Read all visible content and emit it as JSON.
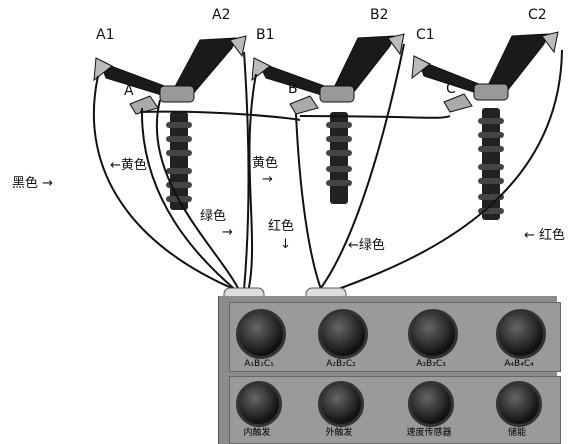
{
  "breaker_labels": {
    "a1": "A1",
    "a2": "A2",
    "b1": "B1",
    "b2": "B2",
    "c1": "C1",
    "c2": "C2",
    "a": "A",
    "b": "B",
    "c": "C"
  },
  "wire_labels": {
    "black": "黑色 →",
    "yellow_left": "←黄色",
    "yellow_mid": "黄色",
    "yellow_mid_arrow": "→",
    "green_mid": "绿色",
    "green_mid_arrow": "→",
    "red_mid": "红色",
    "red_mid_arrow": "↓",
    "green_right": "←绿色",
    "red_right": "← 红色"
  },
  "panel": {
    "row1_ports": [
      "A₁B₁C₁",
      "A₂B₂C₂",
      "A₃B₃C₃",
      "A₄B₄C₄"
    ],
    "row2_ports": [
      "内触发",
      "外触发",
      "速度传感器",
      "储能"
    ]
  },
  "colors": {
    "panel": "#8c8c8c",
    "wire": "#111111"
  }
}
